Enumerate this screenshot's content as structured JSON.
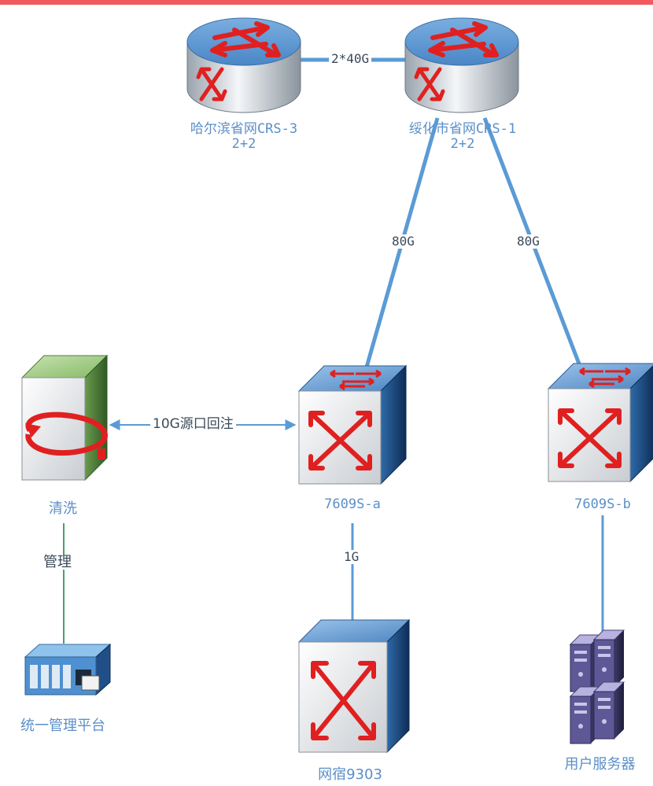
{
  "colors": {
    "top_bar": "#f05a5e",
    "link_blue": "#5b9bd5",
    "link_green": "#3fa66a",
    "label_blue": "#5b8fc9",
    "label_dark": "#3a4a5a",
    "router_arrow": "#e02020"
  },
  "nodes": {
    "crs3": {
      "line1": "哈尔滨省网CRS-3",
      "line2": "2+2",
      "icon": "router-icon"
    },
    "crs1": {
      "line1": "绥化市省网CRS-1",
      "line2": "2+2",
      "icon": "router-icon"
    },
    "cleaner": {
      "label": "清洗",
      "icon": "scrubbing-server-icon"
    },
    "sw_a": {
      "label": "7609S-a",
      "icon": "switch-icon"
    },
    "sw_b": {
      "label": "7609S-b",
      "icon": "switch-icon"
    },
    "nms": {
      "label": "统一管理平台",
      "icon": "management-platform-icon"
    },
    "nw9303": {
      "label": "网宿9303",
      "icon": "switch-icon"
    },
    "servers": {
      "label": "用户服务器",
      "icon": "server-cluster-icon"
    }
  },
  "links": {
    "crs3_crs1": "2*40G",
    "crs1_swa": "80G",
    "crs1_swb": "80G",
    "cleaner_swa": "10G源口回注",
    "cleaner_nms": "管理",
    "swa_9303": "1G"
  }
}
